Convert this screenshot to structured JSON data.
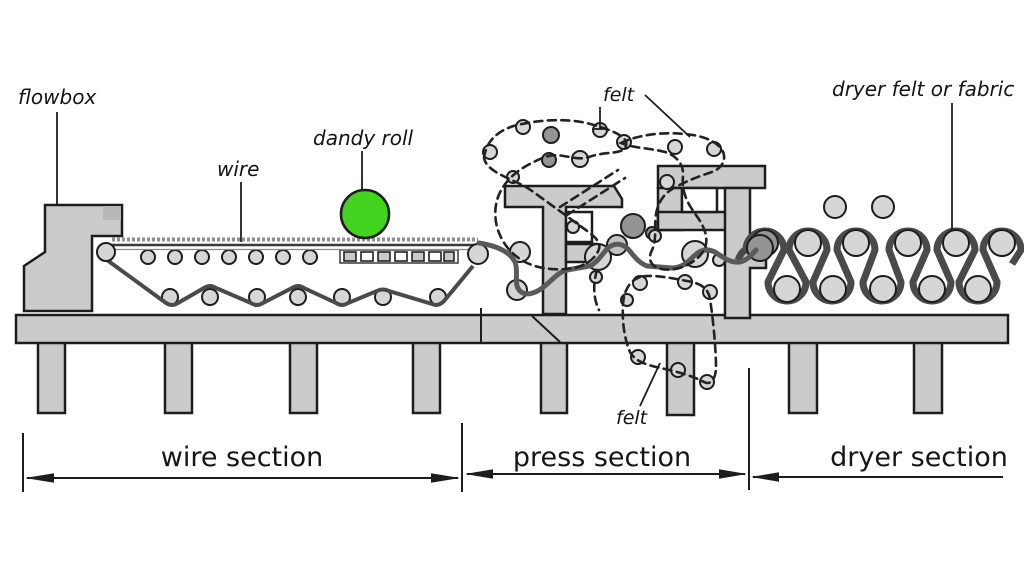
{
  "labels": {
    "flowbox": "flowbox",
    "wire": "wire",
    "dandy_roll": "dandy roll",
    "felt_top": "felt",
    "felt_bottom": "felt",
    "dryer_felt": "dryer felt or fabric"
  },
  "sections": {
    "wire": "wire section",
    "press": "press section",
    "dryer": "dryer section"
  },
  "colors": {
    "dandy_roll": "#43d41f",
    "machine_fill": "#cbcbcb",
    "outline": "#1d1d1d",
    "web": "#5a5a5a",
    "background": "#ffffff"
  }
}
